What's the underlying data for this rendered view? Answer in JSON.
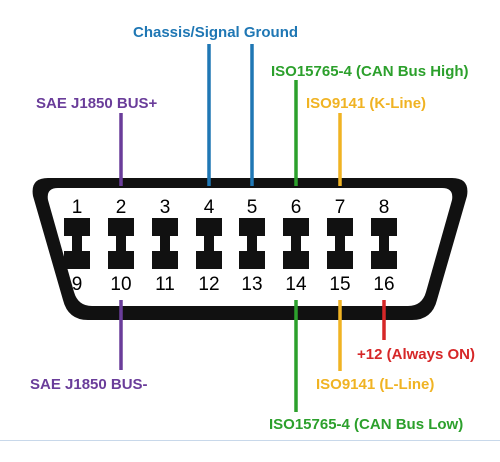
{
  "connector": {
    "top_row_pins": [
      "1",
      "2",
      "3",
      "4",
      "5",
      "6",
      "7",
      "8"
    ],
    "bottom_row_pins": [
      "9",
      "10",
      "11",
      "12",
      "13",
      "14",
      "15",
      "16"
    ]
  },
  "callouts": {
    "chassis_signal_ground": {
      "text": "Chassis/Signal Ground",
      "color": "#1f77b4"
    },
    "iso15765_high": {
      "text": "ISO15765-4 (CAN Bus High)",
      "color": "#2ca02c"
    },
    "iso9141_kline": {
      "text": "ISO9141 (K-Line)",
      "color": "#f0b323"
    },
    "sae_bus_plus": {
      "text": "SAE J1850 BUS+",
      "color": "#6a3d9a"
    },
    "sae_bus_minus": {
      "text": "SAE J1850 BUS-",
      "color": "#6a3d9a"
    },
    "plus12": {
      "text": "+12 (Always ON)",
      "color": "#d62728"
    },
    "iso9141_lline": {
      "text": "ISO9141 (L-Line)",
      "color": "#f0b323"
    },
    "iso15765_low": {
      "text": "ISO15765-4 (CAN Bus Low)",
      "color": "#2ca02c"
    }
  }
}
